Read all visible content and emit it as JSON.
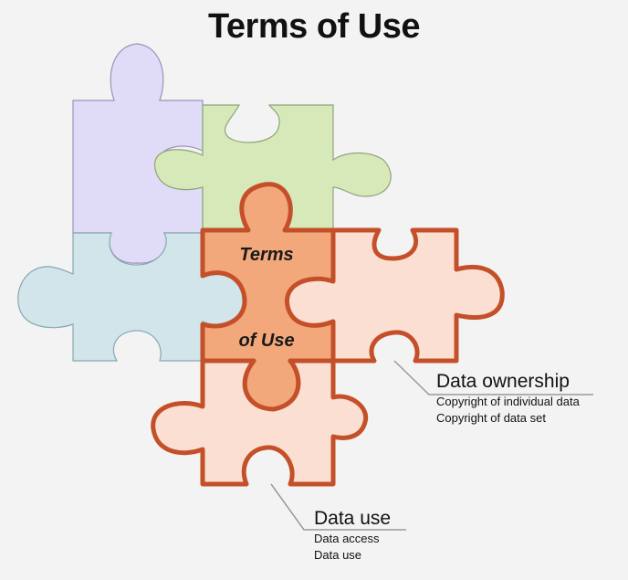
{
  "title": "Terms of Use",
  "center_piece": {
    "line1": "Terms",
    "line2": "of Use"
  },
  "callouts": {
    "ownership": {
      "heading": "Data ownership",
      "items": [
        "Copyright of individual data",
        "Copyright of data set"
      ]
    },
    "use": {
      "heading": "Data use",
      "items": [
        "Data access",
        "Data use"
      ]
    }
  },
  "colors": {
    "purple": "#e0dcf7",
    "green": "#d7e9b9",
    "blue": "#d1e5ea",
    "orange": "#f2a87b",
    "peach": "#fadfd2",
    "outline": "#c4502a"
  }
}
